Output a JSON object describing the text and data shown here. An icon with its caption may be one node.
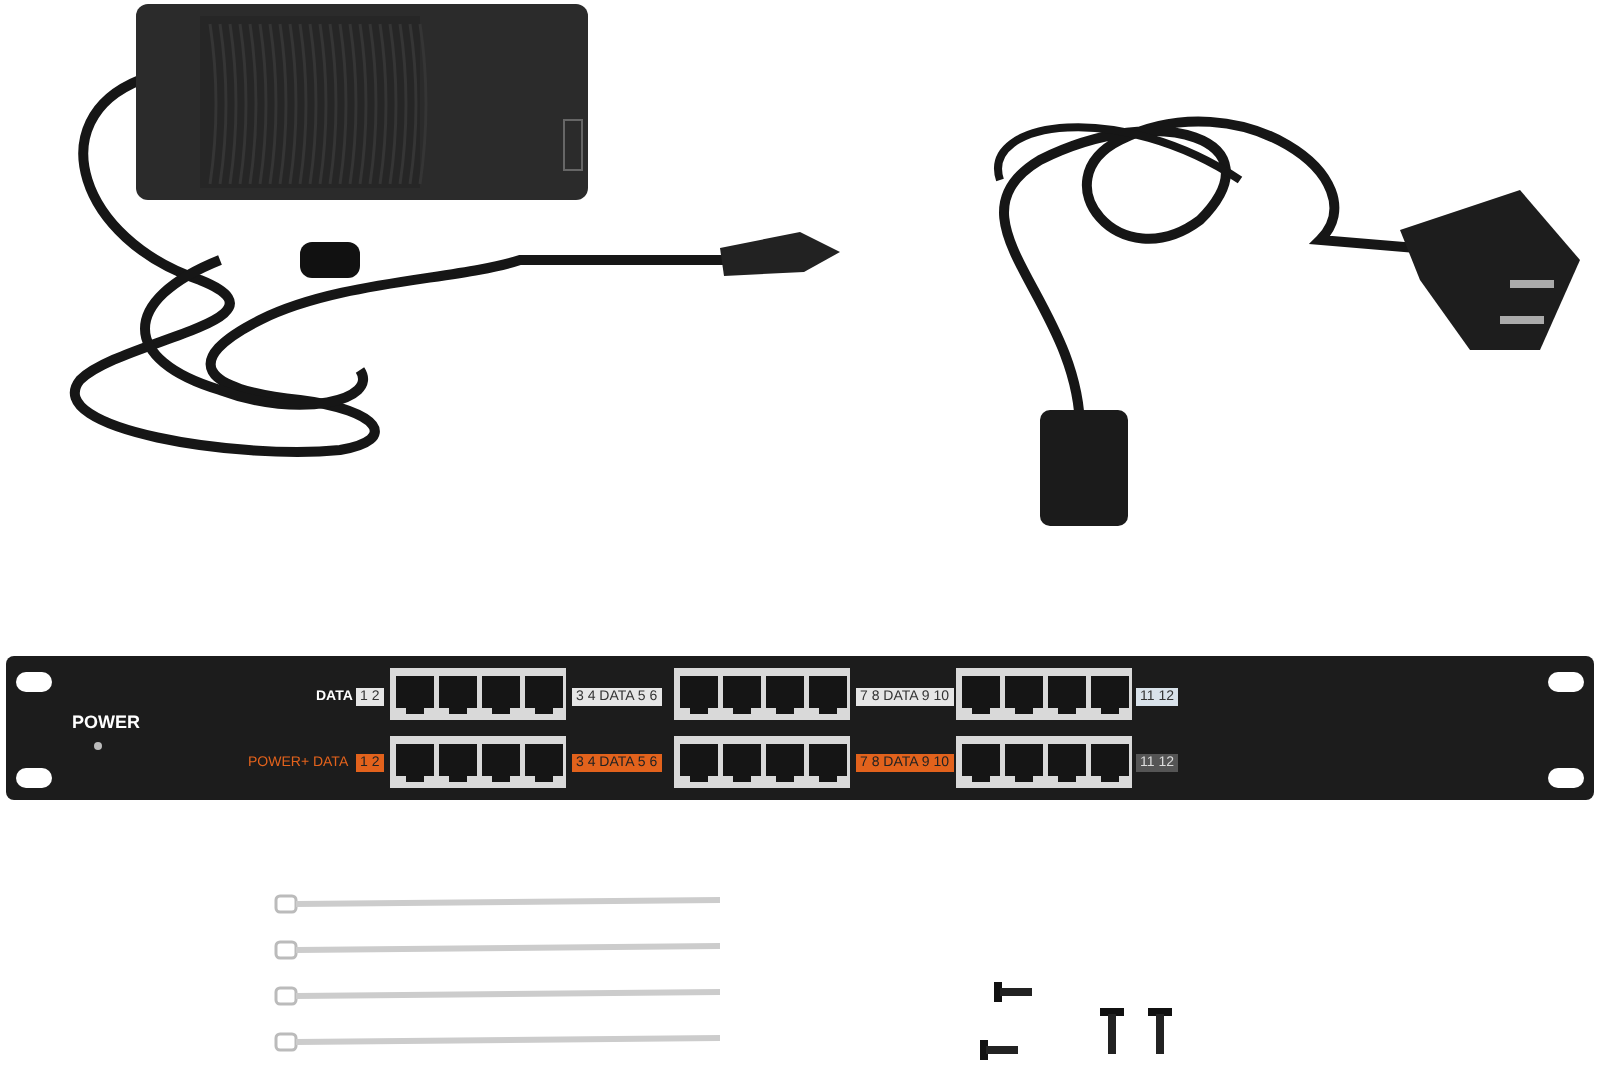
{
  "diagram": {
    "labels": [
      "DATA",
      "1 2",
      "3 4 DATA 5 6",
      "7 8 DATA 9 10",
      "11 12",
      "POWER",
      "POWER+ DATA",
      "1 2",
      "3 4 DATA 5 6",
      "7 8 DATA 9 10",
      "11 12"
    ]
  }
}
